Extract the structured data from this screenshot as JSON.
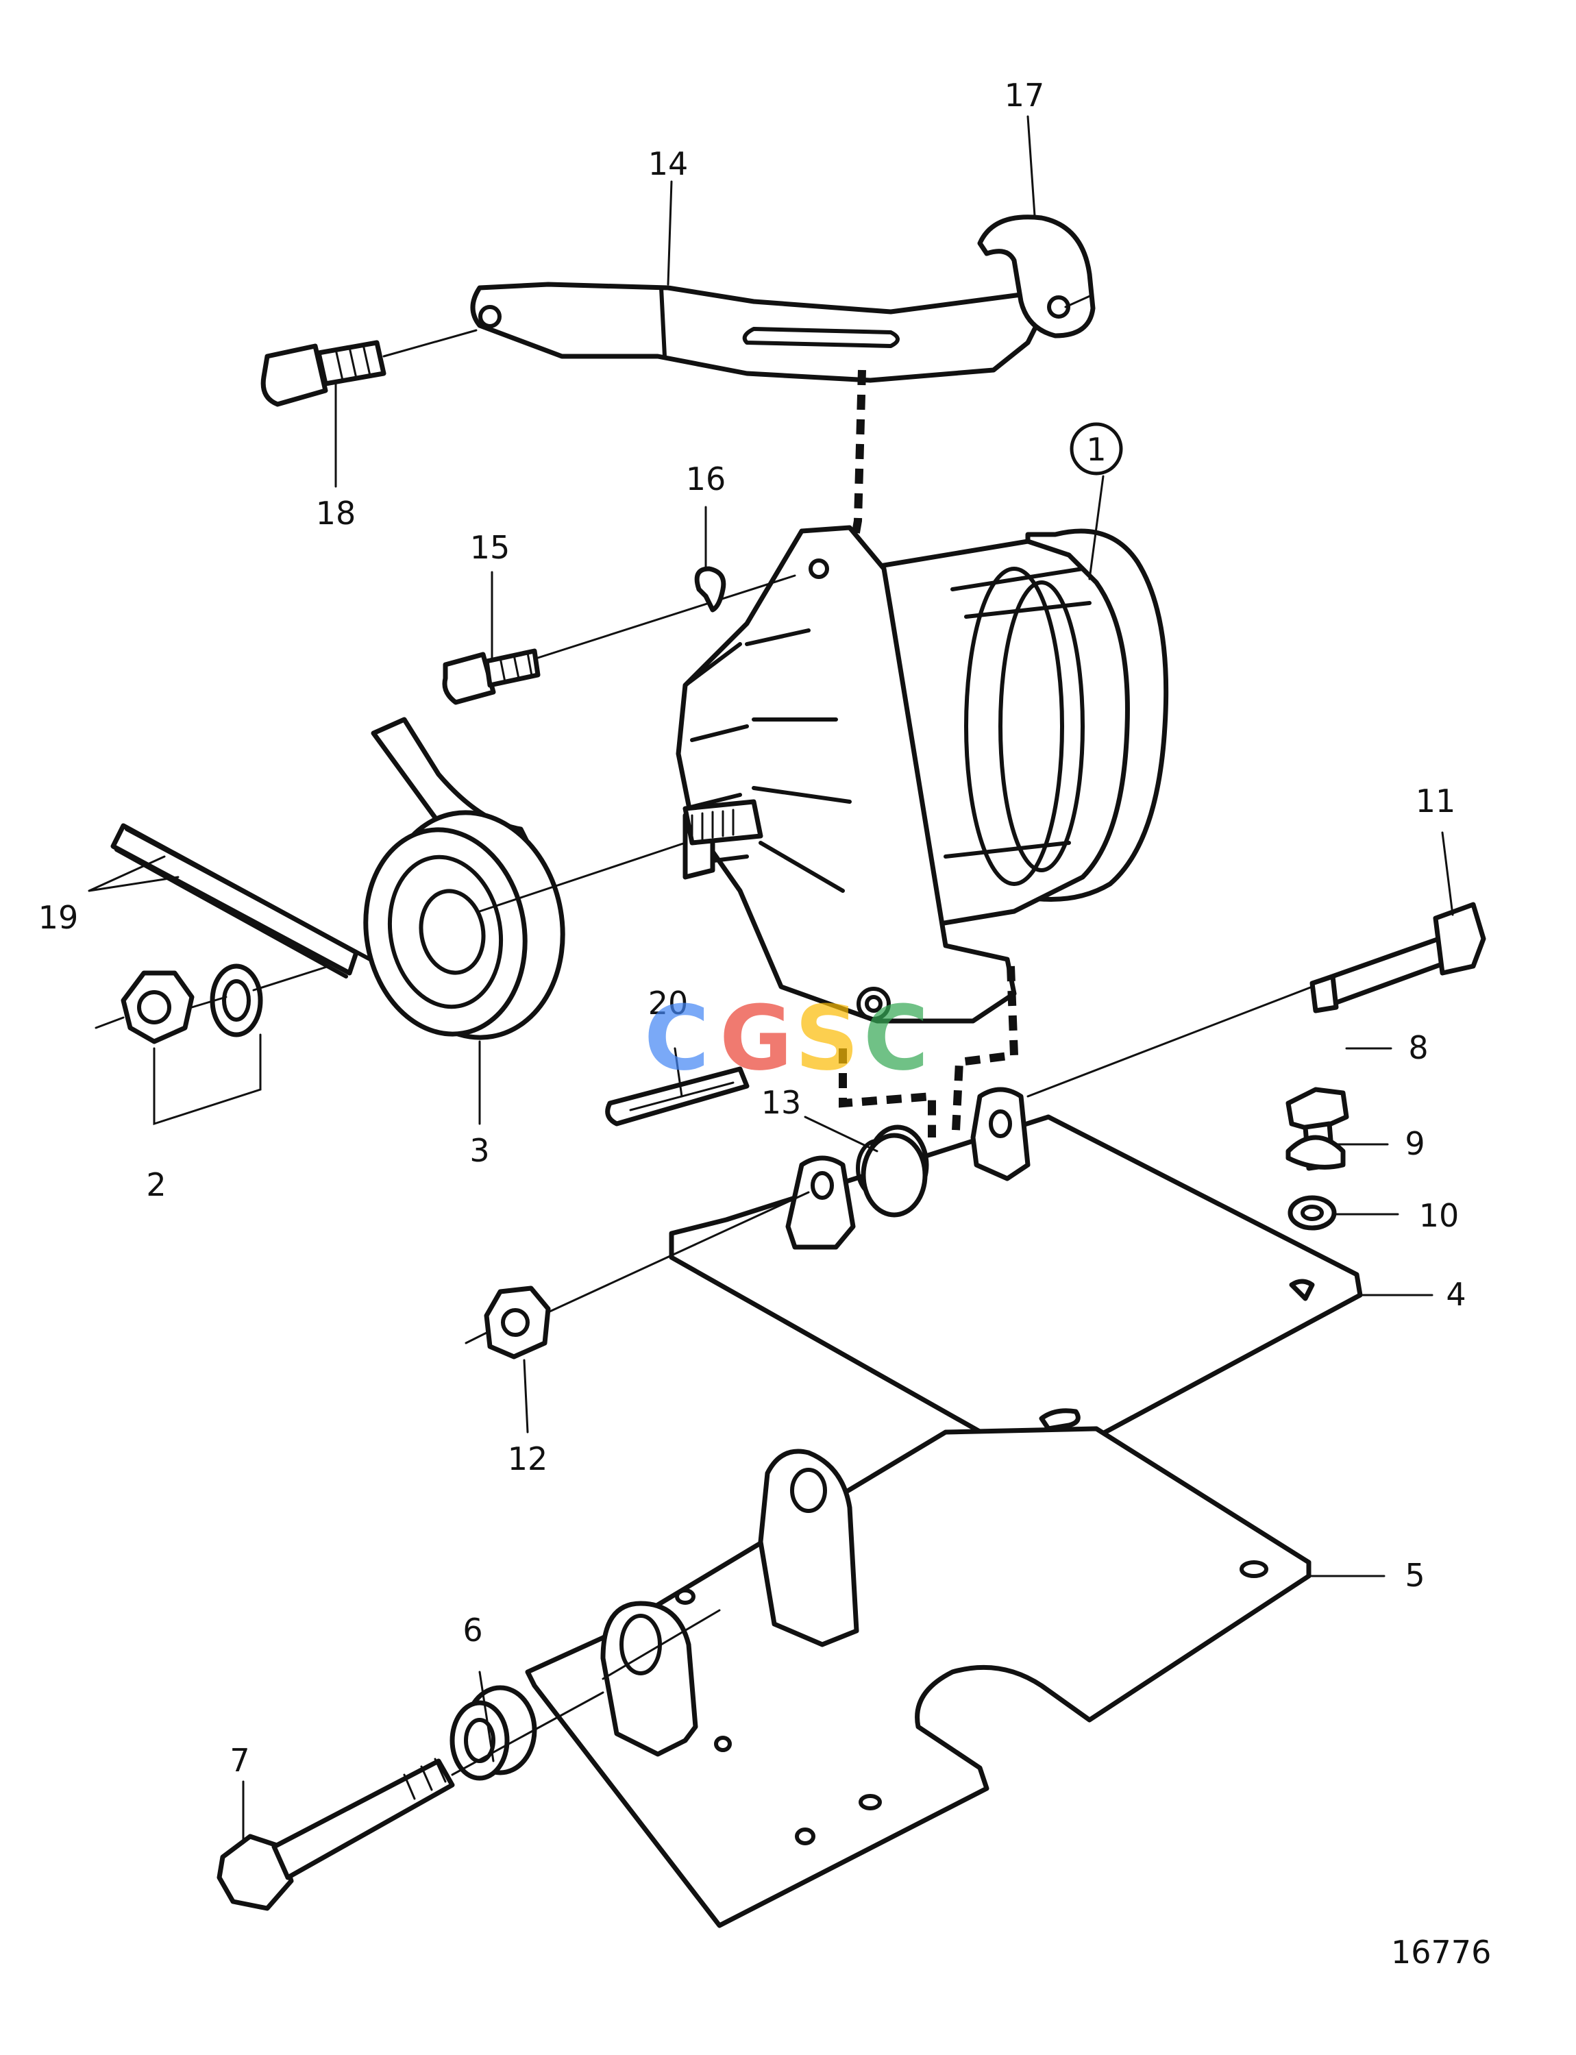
{
  "diagram": {
    "callouts": {
      "c1": "1",
      "c2": "2",
      "c3": "3",
      "c4": "4",
      "c5": "5",
      "c6": "6",
      "c7": "7",
      "c8": "8",
      "c9": "9",
      "c10": "10",
      "c11": "11",
      "c12": "12",
      "c13": "13",
      "c14": "14",
      "c15": "15",
      "c16": "16",
      "c17": "17",
      "c18": "18",
      "c19": "19",
      "c20": "20"
    },
    "watermark": {
      "text": "CGSC",
      "colors": [
        "#4285F4",
        "#EA4335",
        "#FBBC05",
        "#34A853"
      ]
    },
    "figure_number": "16776"
  }
}
